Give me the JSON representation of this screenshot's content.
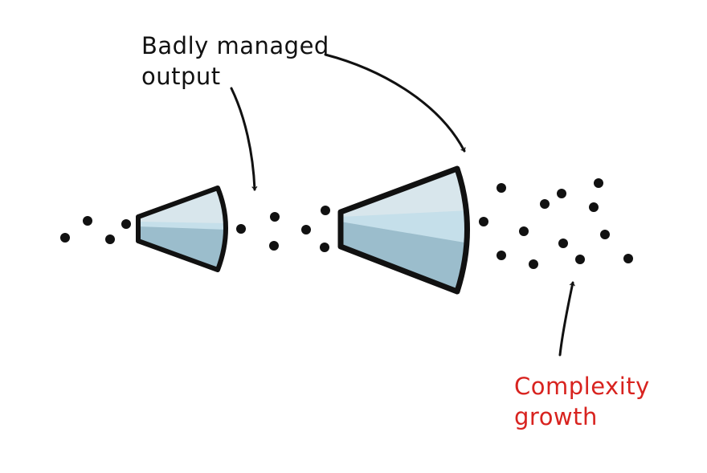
{
  "annotations": {
    "output_label": {
      "line1": "Badly managed",
      "line2": "output"
    },
    "growth_label": {
      "line1": "Complexity",
      "line2": "growth"
    }
  },
  "colors": {
    "ink": "#111111",
    "accent_red": "#d8231f",
    "cone_light": "#c5dfea",
    "cone_top": "#d8e6ec",
    "cone_shadow": "#9bbdcc"
  },
  "icons": [
    "small-funnel-icon",
    "large-funnel-icon",
    "dot-particle",
    "arrow"
  ]
}
